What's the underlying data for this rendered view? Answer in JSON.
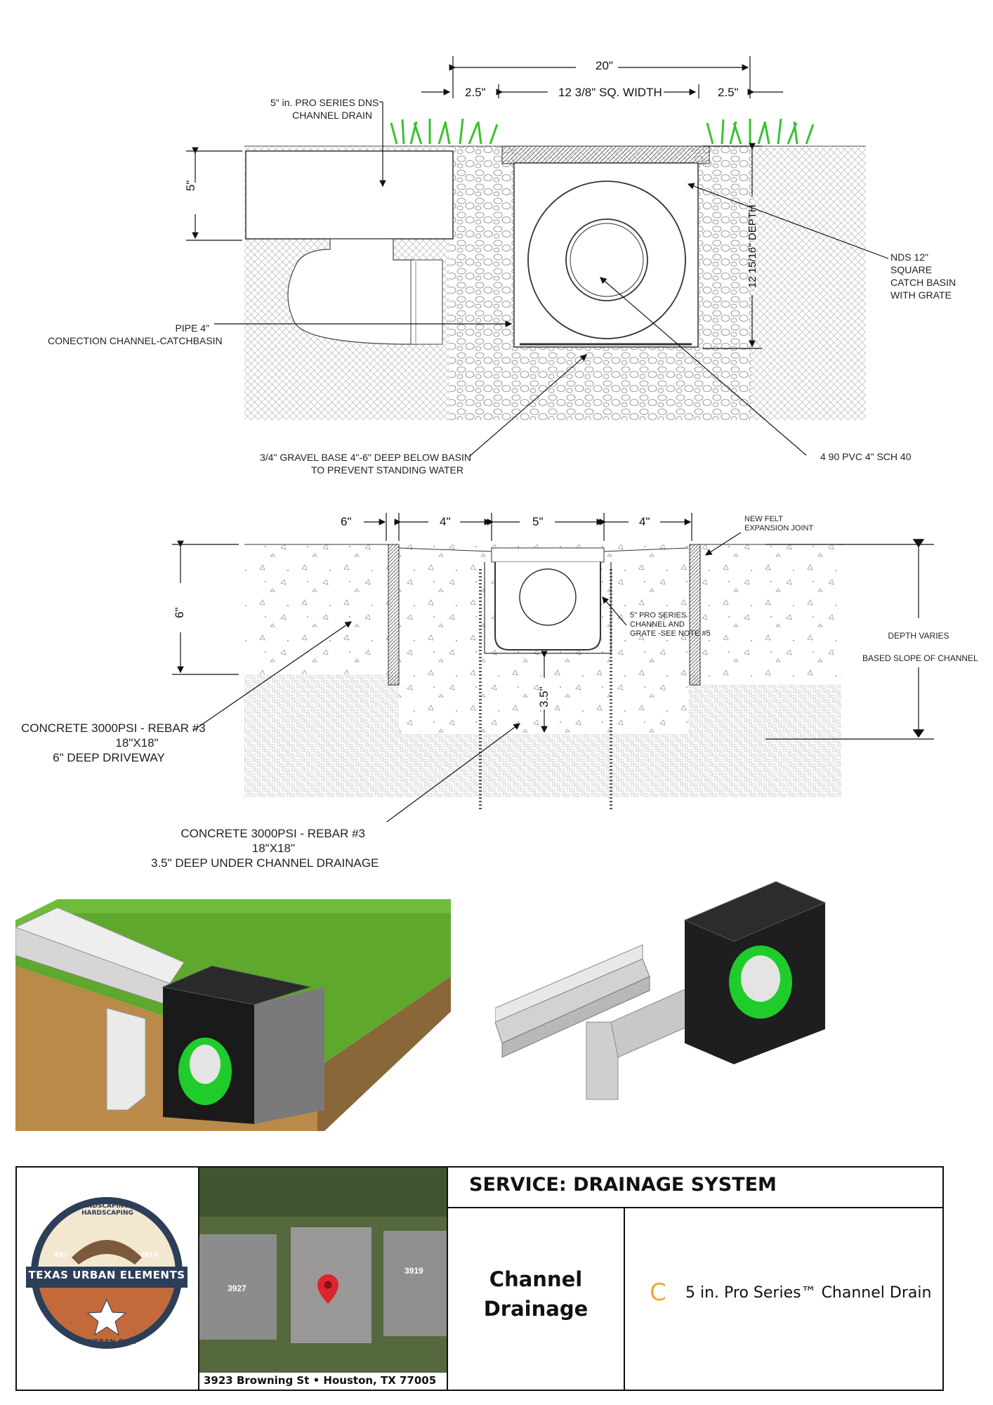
{
  "section1": {
    "dim_total": "20\"",
    "dim_left": "2.5\"",
    "dim_width": "12 3/8\" SQ. WIDTH",
    "dim_right": "2.5\"",
    "dim_channel_h": "5\"",
    "dim_depth": "12 15/16\" DEPTH",
    "label_channel": [
      "5\" in. PRO SERIES DNS",
      "CHANNEL DRAIN"
    ],
    "label_catch": [
      "NDS 12\"",
      "SQUARE",
      "CATCH BASIN",
      "WITH GRATE"
    ],
    "label_pipe": [
      "PIPE 4\"",
      "CONECTION CHANNEL-CATCHBASIN"
    ],
    "label_gravel": [
      "3/4\" GRAVEL BASE 4\"-6\" DEEP BELOW BASIN",
      "TO PREVENT STANDING WATER"
    ],
    "label_pvc": "4  90 PVC 4\" SCH 40"
  },
  "section2": {
    "dim_a": "6\"",
    "dim_b": "4\"",
    "dim_c": "5\"",
    "dim_d": "4\"",
    "dim_height": "6\"",
    "dim_bottom": "3.5\"",
    "label_felt": [
      "NEW FELT",
      "EXPANSION JOINT"
    ],
    "label_pro": [
      "5\" PRO SERIES",
      "CHANNEL AND",
      "GRATE -SEE NOTE #5"
    ],
    "label_depth": [
      "DEPTH VARIES",
      "BASED SLOPE OF CHANNEL"
    ],
    "label_conc1": [
      "CONCRETE 3000PSI - REBAR #3",
      "18\"X18\"",
      "6\" DEEP DRIVEWAY"
    ],
    "label_conc2": [
      "CONCRETE 3000PSI - REBAR #3",
      "18\"X18\"",
      "3.5\" DEEP UNDER CHANNEL DRAINAGE"
    ]
  },
  "titleblock": {
    "logo_top": "LANDSCAPING & HARDSCAPING",
    "logo_est": "EST",
    "logo_year": "2016",
    "logo_name": "TEXAS URBAN ELEMENTS",
    "logo_url": "TXURBAN.COM",
    "map_num_left": "3927",
    "map_num_right": "3919",
    "address": "3923 Browning St • Houston, TX 77005",
    "service": "SERVICE: DRAINAGE SYSTEM",
    "type_line1": "Channel",
    "type_line2": "Drainage",
    "product_icon": "C",
    "product": "5 in. Pro Series™ Channel Drain"
  },
  "colors": {
    "grass": "#7ed321",
    "green_ring": "#1fcc2c",
    "accent_c": "#f0a830",
    "map_pin": "#d9262c"
  }
}
